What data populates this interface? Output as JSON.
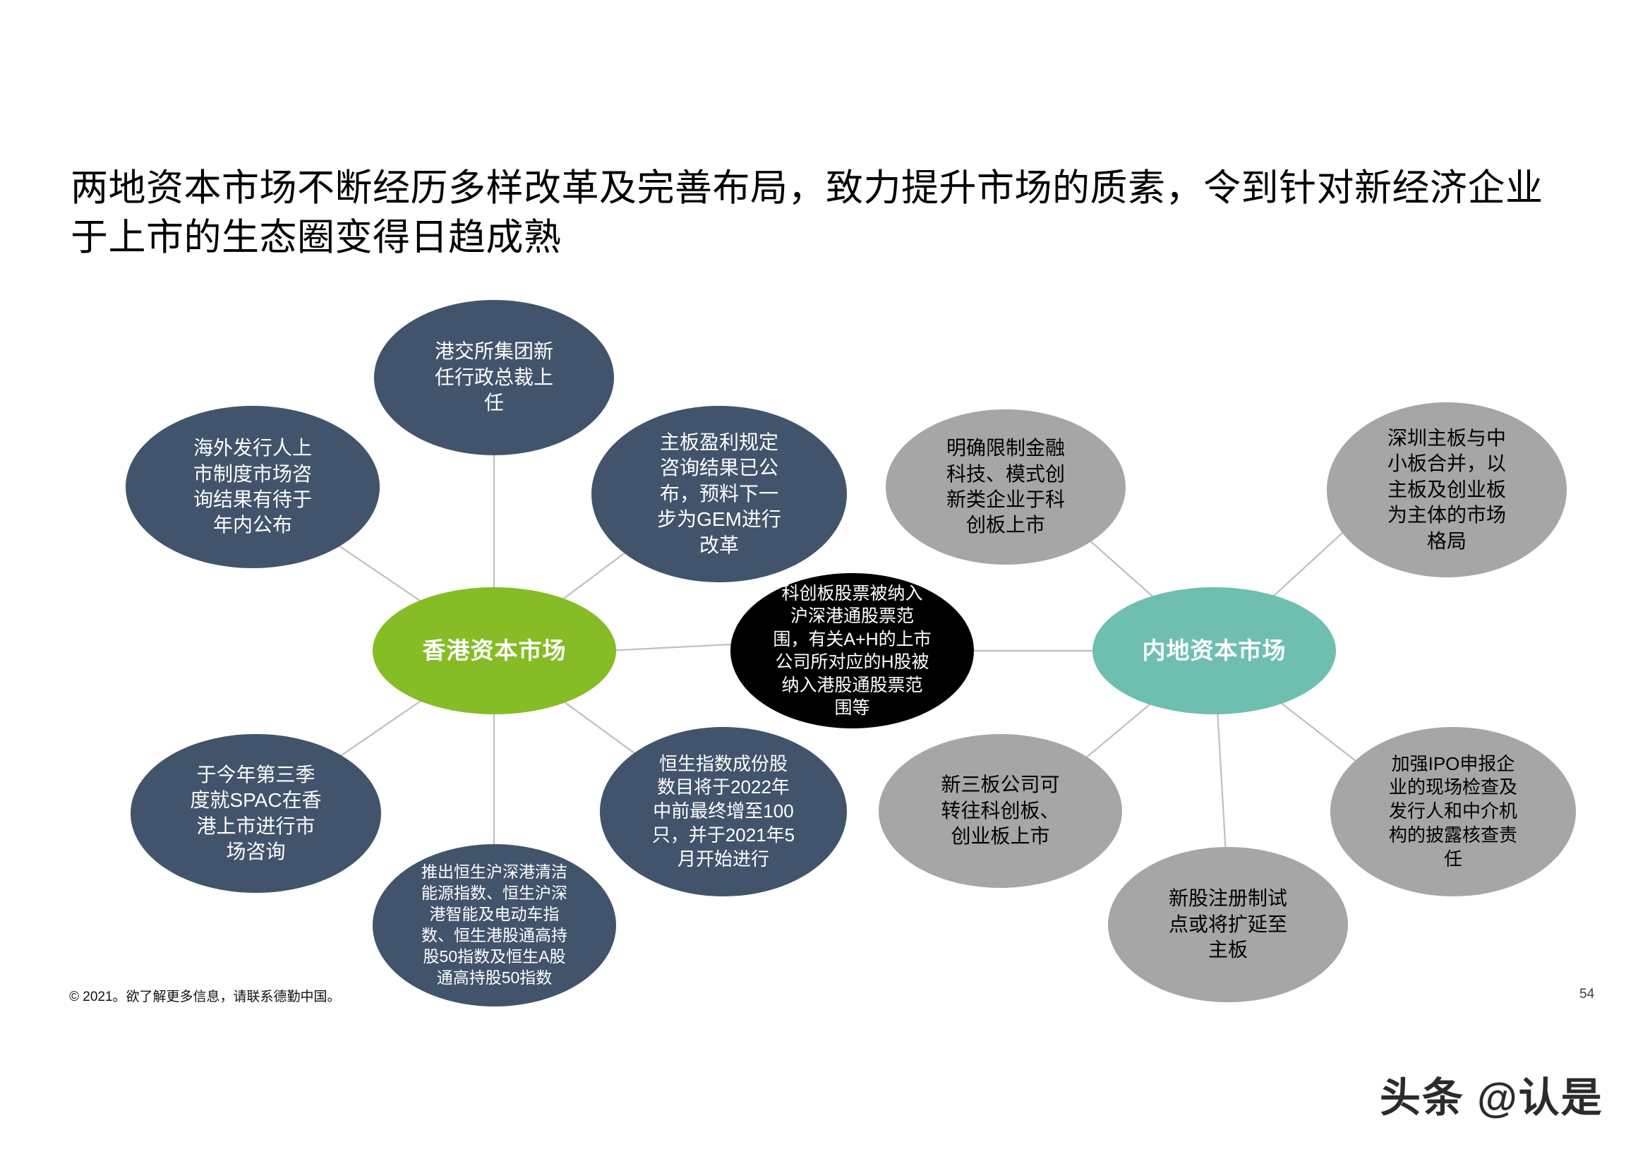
{
  "slide": {
    "title": "两地资本市场不断经历多样改革及完善布局，致力提升市场的质素，令到针对新经济企业于上市的生态圈变得日趋成熟",
    "copyright": "© 2021。欲了解更多信息，请联系德勤中国。",
    "page_number": "54",
    "watermark": "头条 @认是"
  },
  "colors": {
    "navy": "#41546B",
    "gray": "#A6A6A6",
    "black": "#000000",
    "green": "#86BC25",
    "teal": "#6FBFB0",
    "connector": "#BFBFBF",
    "title_text": "#000000"
  },
  "chart_data": {
    "type": "diagram",
    "title": "两地资本市场不断经历多样改革及完善布局，致力提升市场的质素，令到针对新经济企业于上市的生态圈变得日趋成熟",
    "layout": "two-hub radial mind map",
    "hubs": [
      {
        "id": "hk",
        "label": "香港资本市场",
        "color": "#86BC25"
      },
      {
        "id": "cn",
        "label": "内地资本市场",
        "color": "#6FBFB0"
      },
      {
        "id": "mid",
        "label": "科创板股票被纳入沪深港通股票范围，有关A+H的上市公司所对应的H股被纳入港股通股票范围等",
        "color": "#000000"
      }
    ],
    "edges": [
      {
        "from": "hk",
        "to": "n1"
      },
      {
        "from": "hk",
        "to": "n2"
      },
      {
        "from": "hk",
        "to": "n3"
      },
      {
        "from": "hk",
        "to": "n4"
      },
      {
        "from": "hk",
        "to": "n5"
      },
      {
        "from": "hk",
        "to": "n6"
      },
      {
        "from": "hk",
        "to": "mid"
      },
      {
        "from": "mid",
        "to": "cn"
      },
      {
        "from": "cn",
        "to": "n7"
      },
      {
        "from": "cn",
        "to": "n8"
      },
      {
        "from": "cn",
        "to": "n9"
      },
      {
        "from": "cn",
        "to": "n10"
      },
      {
        "from": "cn",
        "to": "n11"
      }
    ]
  },
  "nodes": {
    "hk_hub": "香港资本市场",
    "cn_hub": "内地资本市场",
    "center": "科创板股票被纳入\n沪深港通股票范\n围，有关A+H的上市\n公司所对应的H股被\n纳入港股通股票范\n围等",
    "hk_ceo": "港交所集团新\n任行政总裁上\n任",
    "hk_overseas": "海外发行人上\n市制度市场咨\n询结果有待于\n年内公布",
    "hk_mainboard": "主板盈利规定\n咨询结果已公\n布，预料下一\n步为GEM进行\n改革",
    "hk_spac": "于今年第三季\n度就SPAC在香\n港上市进行市\n场咨询",
    "hk_hsi": "恒生指数成份股\n数目将于2022年\n中前最终增至100\n只，并于2021年5\n月开始进行",
    "hk_index": "推出恒生沪深港清洁\n能源指数、恒生沪深\n港智能及电动车指\n数、恒生港股通高持\n股50指数及恒生A股\n通高持股50指数",
    "cn_fintech": "明确限制金融\n科技、模式创\n新类企业于科\n创板上市",
    "cn_shenzhen": "深圳主板与中\n小板合并，以\n主板及创业板\n为主体的市场\n格局",
    "cn_neeq": "新三板公司可\n转往科创板、\n创业板上市",
    "cn_ipo": "加强IPO申报企\n业的现场检查及\n发行人和中介机\n构的披露核查责\n任",
    "cn_registration": "新股注册制试\n点或将扩延至\n主板"
  }
}
